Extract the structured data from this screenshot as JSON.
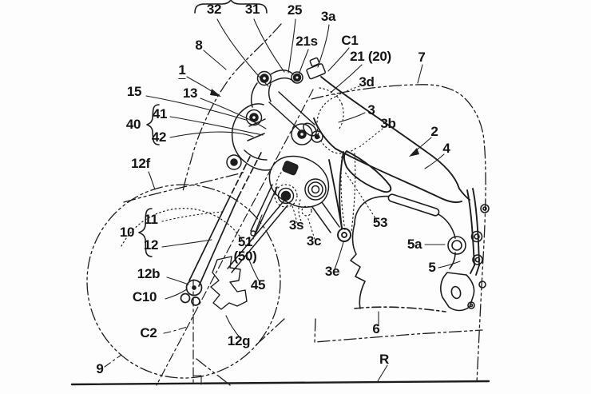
{
  "figure": {
    "kind": "patent line drawing",
    "subject": "Motorcycle front suspension / steering mechanism, side view",
    "background_color": "#fdfdfd",
    "line_color": "#1d1d1d"
  },
  "reference_groups": [
    {
      "parent": "top-brace",
      "children": [
        "32",
        "31"
      ]
    },
    {
      "parent": "40",
      "children": [
        "41",
        "42"
      ]
    },
    {
      "parent": "10",
      "children": [
        "11",
        "12"
      ]
    }
  ],
  "labels": [
    {
      "id": "32",
      "text": "32"
    },
    {
      "id": "31",
      "text": "31"
    },
    {
      "id": "25",
      "text": "25"
    },
    {
      "id": "3a",
      "text": "3a"
    },
    {
      "id": "8",
      "text": "8"
    },
    {
      "id": "21s",
      "text": "21s"
    },
    {
      "id": "C1",
      "text": "C1"
    },
    {
      "id": "1",
      "text": "1"
    },
    {
      "id": "21-20",
      "text": "21 (20)"
    },
    {
      "id": "7",
      "text": "7"
    },
    {
      "id": "15",
      "text": "15"
    },
    {
      "id": "13",
      "text": "13"
    },
    {
      "id": "3d",
      "text": "3d"
    },
    {
      "id": "40",
      "text": "40"
    },
    {
      "id": "41",
      "text": "41"
    },
    {
      "id": "42",
      "text": "42"
    },
    {
      "id": "3",
      "text": "3"
    },
    {
      "id": "3b",
      "text": "3b"
    },
    {
      "id": "2",
      "text": "2"
    },
    {
      "id": "4",
      "text": "4"
    },
    {
      "id": "12f",
      "text": "12f"
    },
    {
      "id": "53",
      "text": "53"
    },
    {
      "id": "11",
      "text": "11"
    },
    {
      "id": "12",
      "text": "12"
    },
    {
      "id": "10",
      "text": "10"
    },
    {
      "id": "3s",
      "text": "3s"
    },
    {
      "id": "3c",
      "text": "3c"
    },
    {
      "id": "51",
      "text": "51"
    },
    {
      "id": "50",
      "text": "(50)"
    },
    {
      "id": "3e",
      "text": "3e"
    },
    {
      "id": "5a",
      "text": "5a"
    },
    {
      "id": "12b",
      "text": "12b"
    },
    {
      "id": "45",
      "text": "45"
    },
    {
      "id": "5",
      "text": "5"
    },
    {
      "id": "C10",
      "text": "C10"
    },
    {
      "id": "C2",
      "text": "C2"
    },
    {
      "id": "12g",
      "text": "12g"
    },
    {
      "id": "6",
      "text": "6"
    },
    {
      "id": "9",
      "text": "9"
    },
    {
      "id": "R",
      "text": "R"
    }
  ]
}
